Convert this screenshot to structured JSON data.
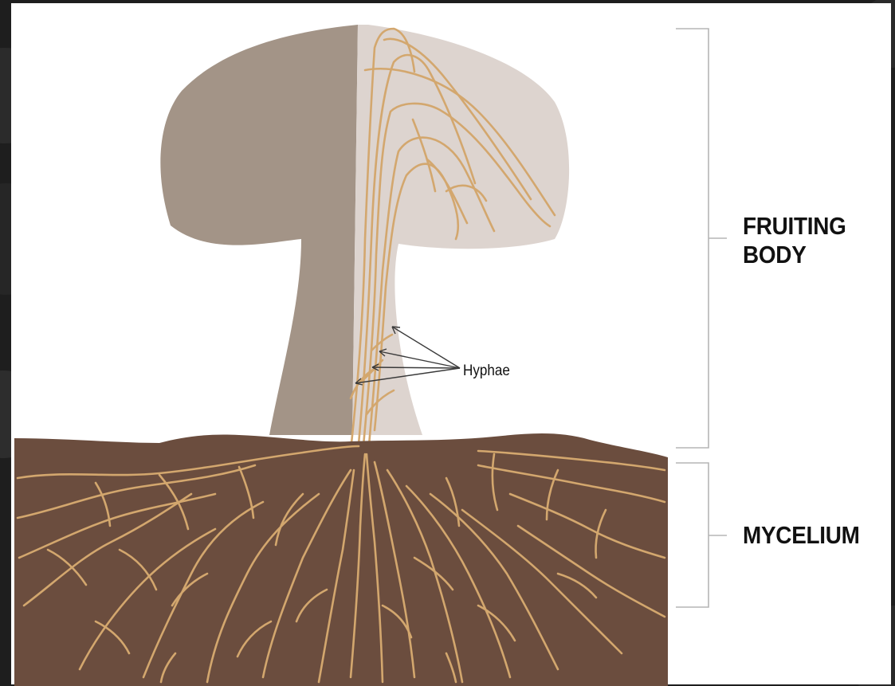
{
  "labels": {
    "fruiting_body": "FRUITING\nBODY",
    "mycelium": "MYCELIUM",
    "hyphae": "Hyphae"
  },
  "colors": {
    "background_dark": "#1e1e1e",
    "panel": "#ffffff",
    "cap_stem_shadow": "#a39487",
    "cap_stem_light": "#ddd4cf",
    "soil": "#6b4d3e",
    "hyphae": "#d3a76e",
    "bracket": "#b5b5b5",
    "arrow": "#3a3a3a",
    "text": "#111111"
  }
}
